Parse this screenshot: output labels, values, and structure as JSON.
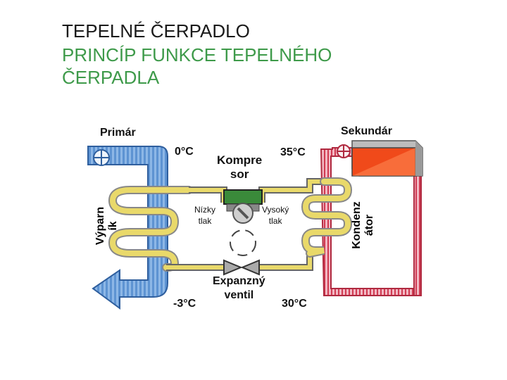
{
  "title": {
    "line1": "TEPELNÉ ČERPADLO",
    "line2": "PRINCÍP FUNKCE TEPELNÉHO",
    "line3": "ČERPADLA"
  },
  "labels": {
    "primary": "Primár",
    "secondary": "Sekundár",
    "temp_0": "0°C",
    "temp_minus3": "-3°C",
    "temp_35": "35°C",
    "temp_30": "30°C",
    "compressor_1": "Kompre",
    "compressor_2": "sor",
    "low_pressure_1": "Nízky",
    "low_pressure_2": "tlak",
    "high_pressure_1": "Vysoký",
    "high_pressure_2": "tlak",
    "expansion_1": "Expanzný",
    "expansion_2": "ventil",
    "evaporator_1": "Výparn",
    "evaporator_2": "ík",
    "condenser_1": "Kondenz",
    "condenser_2": "átor"
  },
  "colors": {
    "cold": "#3f7fc6",
    "cold_light": "#a9c9ef",
    "hot": "#d03a52",
    "hot_light": "#f2b8c3",
    "coil": "#e9d96a",
    "heater": "#f04a1a"
  }
}
